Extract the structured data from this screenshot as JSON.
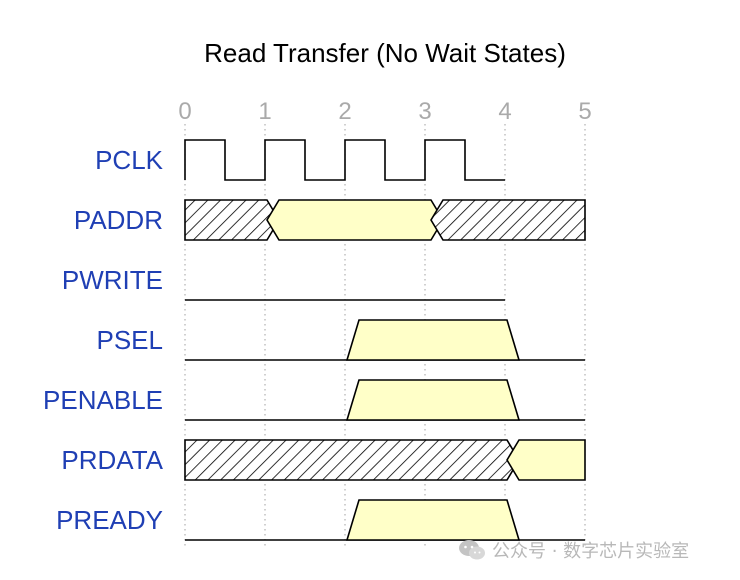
{
  "title": "Read Transfer (No Wait States)",
  "ticks": [
    "0",
    "1",
    "2",
    "3",
    "4",
    "5"
  ],
  "colors": {
    "label": "#1f3fb4",
    "tick": "#aaaaaa",
    "valid_fill": "#ffffc8",
    "line": "#000000",
    "grid": "#b0b0b0"
  },
  "signals": [
    {
      "name": "PCLK",
      "kind": "clock",
      "cycles": 4
    },
    {
      "name": "PADDR",
      "kind": "bus",
      "segments": [
        {
          "state": "invalid",
          "from": 0,
          "to": 1.1
        },
        {
          "state": "valid",
          "from": 1.1,
          "to": 3.15
        },
        {
          "state": "invalid",
          "from": 3.15,
          "to": 5
        }
      ]
    },
    {
      "name": "PWRITE",
      "kind": "level",
      "level": "low",
      "from": 0,
      "to": 4
    },
    {
      "name": "PSEL",
      "kind": "pulse",
      "baseline": [
        0,
        5
      ],
      "high_from": 2.1,
      "high_to": 4.1
    },
    {
      "name": "PENABLE",
      "kind": "pulse",
      "baseline": [
        0,
        5
      ],
      "high_from": 2.1,
      "high_to": 4.1
    },
    {
      "name": "PRDATA",
      "kind": "bus",
      "segments": [
        {
          "state": "invalid",
          "from": 0,
          "to": 4.1
        },
        {
          "state": "valid",
          "from": 4.1,
          "to": 5
        }
      ]
    },
    {
      "name": "PREADY",
      "kind": "pulse",
      "baseline": [
        0,
        5
      ],
      "high_from": 2.1,
      "high_to": 4.1
    }
  ],
  "watermark": {
    "text": "公众号 · 数字芯片实验室",
    "icon": "wechat-icon"
  }
}
